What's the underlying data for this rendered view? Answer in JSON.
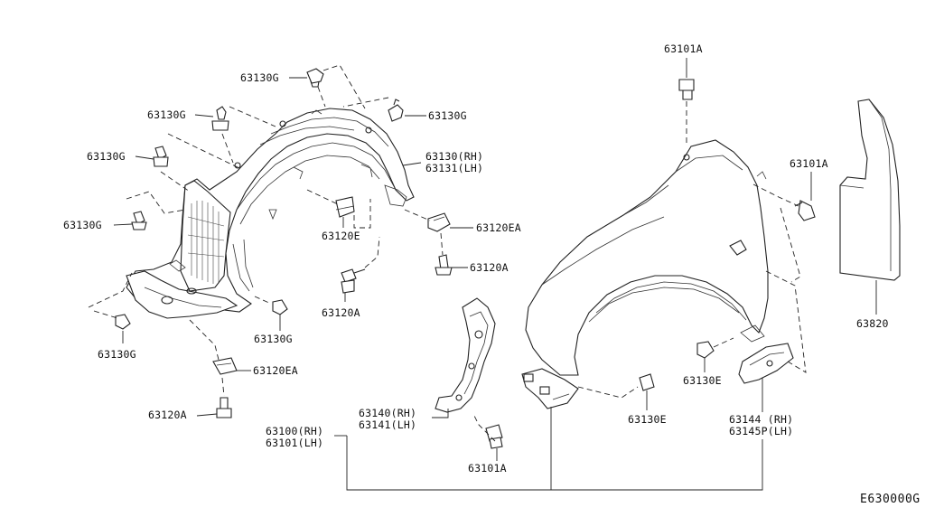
{
  "diagram": {
    "reference_code": "E630000G",
    "labels": {
      "p63130g_top": "63130G",
      "p63130g_left1": "63130G",
      "p63130g_right": "63130G",
      "p63130g_left2": "63130G",
      "p63130g_left3": "63130G",
      "p63130g_bottom_left": "63130G",
      "p63130g_bottom_mid": "63130G",
      "p63130_rh": "63130(RH)",
      "p63131_lh": "63131(LH)",
      "p63120e": "63120E",
      "p63120ea_right": "63120EA",
      "p63120a_right": "63120A",
      "p63120a_mid": "63120A",
      "p63120ea_bottom": "63120EA",
      "p63120a_bottom": "63120A",
      "p63140_rh": "63140(RH)",
      "p63141_lh": "63141(LH)",
      "p63100_rh": "63100(RH)",
      "p63101_lh": "63101(LH)",
      "p63101a_bottom": "63101A",
      "p63101a_top": "63101A",
      "p63101a_right": "63101A",
      "p63130e_mid": "63130E",
      "p63130e_right": "63130E",
      "p63144_rh": "63144 (RH)",
      "p63145p_lh": "63145P(LH)",
      "p63820": "63820"
    }
  }
}
